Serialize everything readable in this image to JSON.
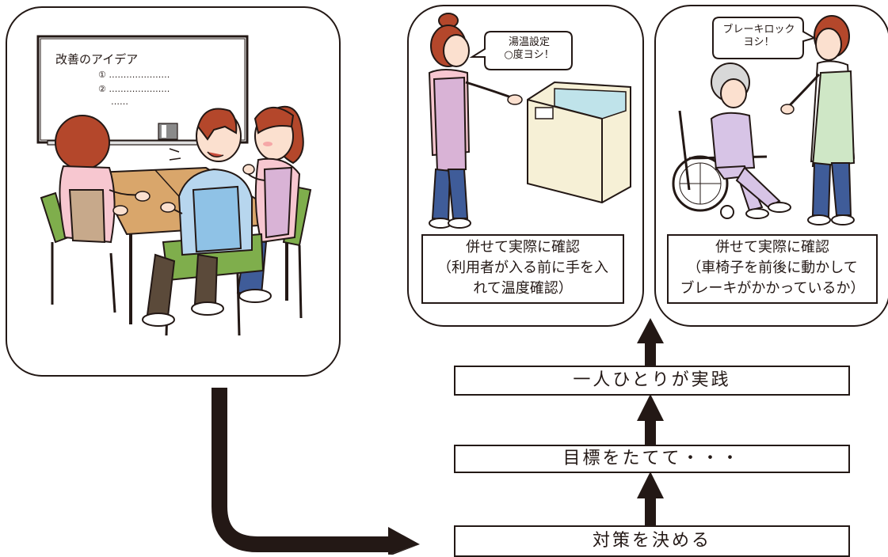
{
  "whiteboard": {
    "title": "改善のアイデア",
    "line1": "① …………………",
    "line2": "② …………………",
    "line3": "……"
  },
  "bath_panel": {
    "speech": [
      "湯温設定",
      "○度ヨシ！"
    ],
    "caption": [
      "併せて実際に確認",
      "（利用者が入る前に手を入",
      "れて温度確認）"
    ]
  },
  "wheelchair_panel": {
    "speech": [
      "ブレーキロック",
      "ヨシ！"
    ],
    "caption": [
      "併せて実際に確認",
      "（車椅子を前後に動かして",
      "ブレーキがかかっているか）"
    ]
  },
  "steps": [
    {
      "label": "一人ひとりが実践"
    },
    {
      "label": "目標をたてて・・・"
    },
    {
      "label": "対策を決める"
    }
  ],
  "colors": {
    "line": "#231815",
    "skin": "#fbe0cf",
    "hair": "#b4472b",
    "apron_pink": "#d9b3d6",
    "apron_blue": "#b7d6ee",
    "apron_green": "#cfe7c6",
    "chair_green": "#7fae4c",
    "table": "#d9a66b",
    "tub": "#f6f0d6",
    "water": "#bfe3ea",
    "gray_hair": "#d8d8d8",
    "pajama": "#d7c4e6"
  }
}
